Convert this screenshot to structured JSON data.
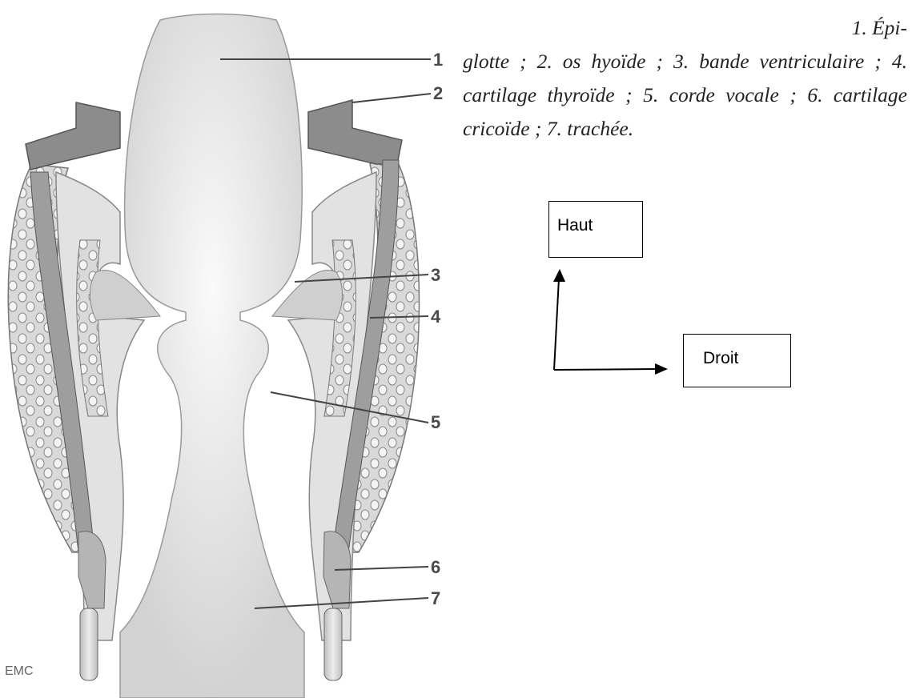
{
  "diagram": {
    "callout_numbers": [
      "1",
      "2",
      "3",
      "4",
      "5",
      "6",
      "7"
    ],
    "logo_text": "EMC"
  },
  "caption": {
    "line1": "1. Épi-",
    "rest": "glotte ; 2. os hyoïde ; 3. bande ventriculaire ; 4. cartilage thyroïde ; 5. corde vocale ; 6. cartilage cricoïde ; 7. trachée."
  },
  "orientation": {
    "up_label": "Haut",
    "right_label": "Droit"
  }
}
